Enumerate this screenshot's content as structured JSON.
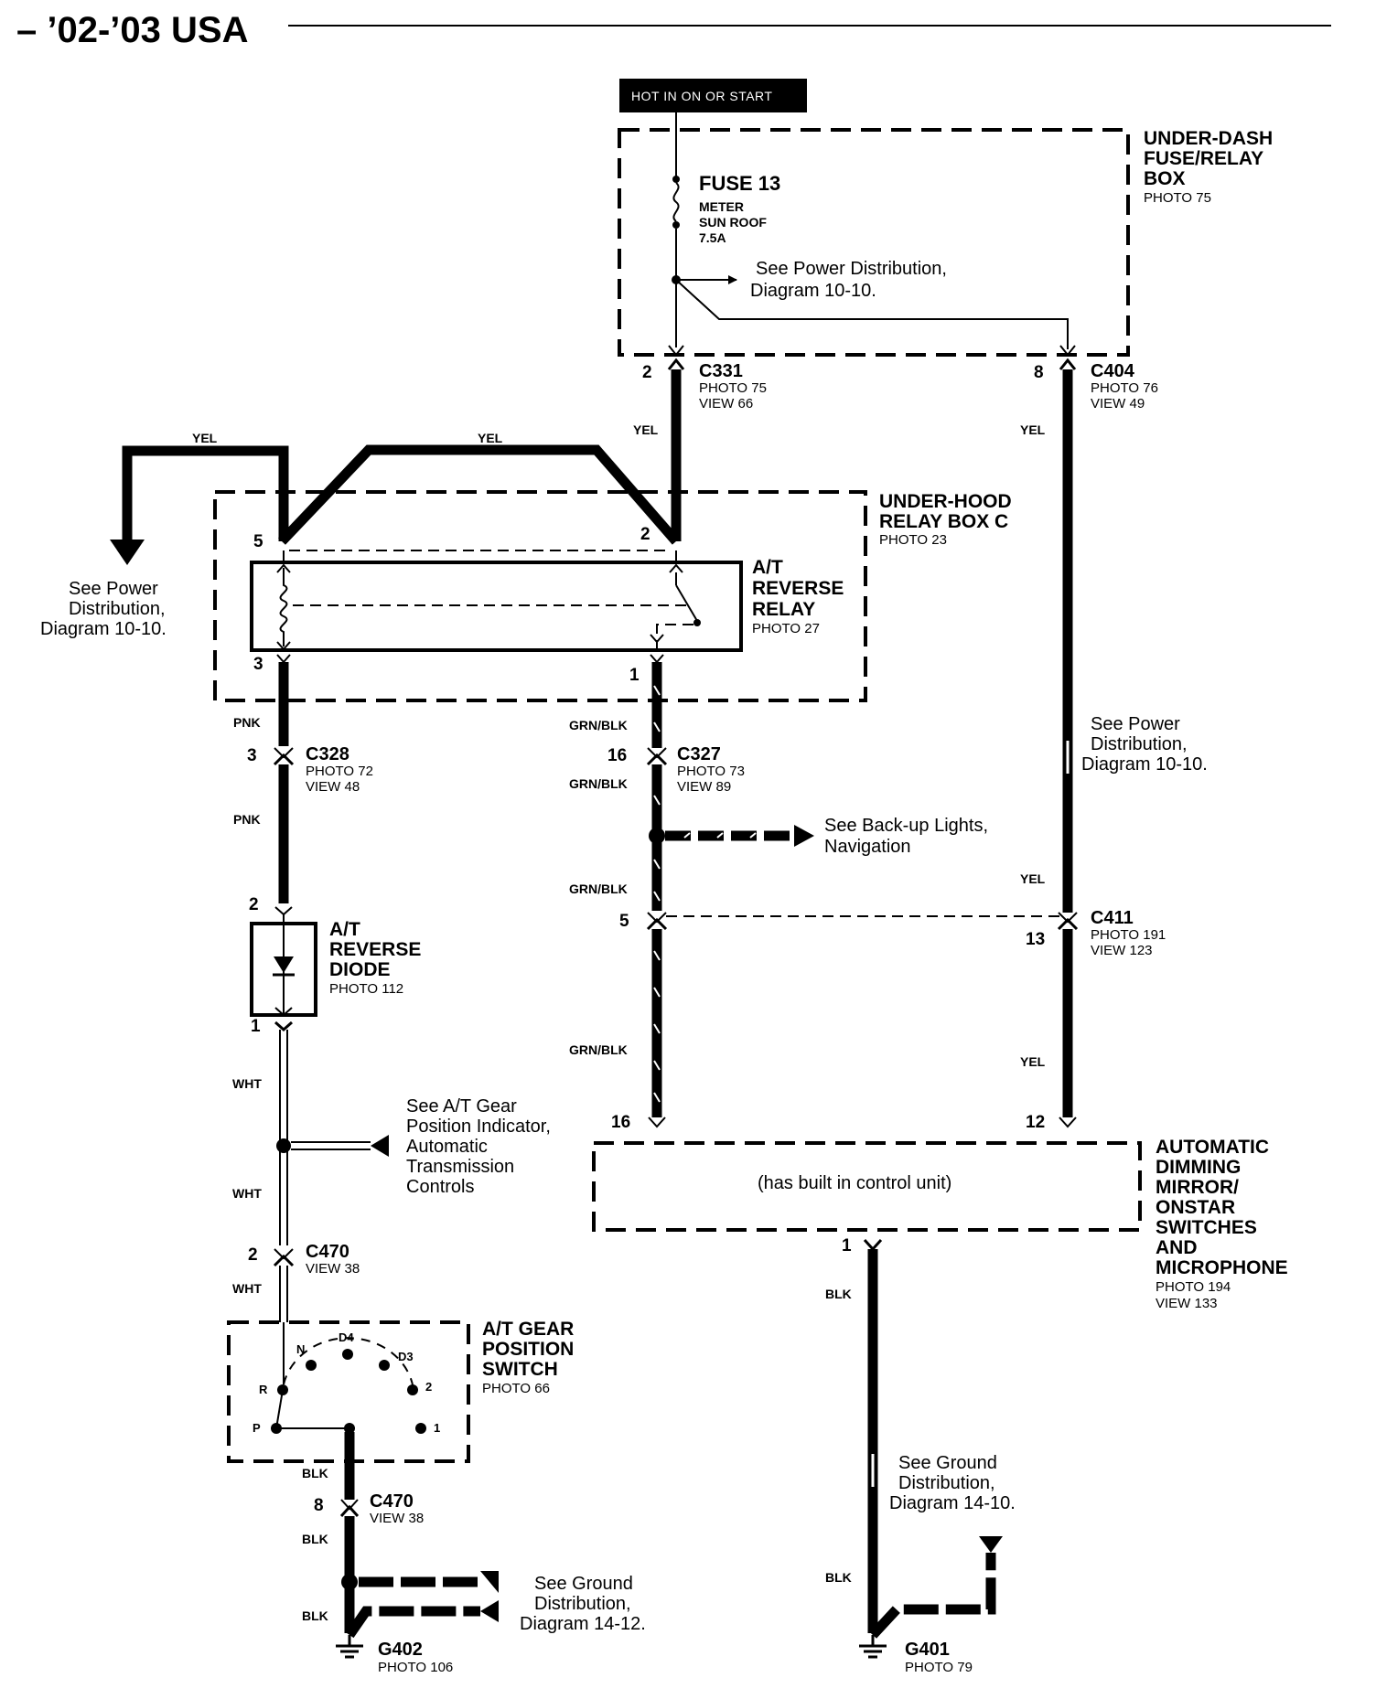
{
  "header": {
    "title": "– ’02-’03 USA"
  },
  "power_source": {
    "label": "HOT IN ON OR START"
  },
  "underdash_box": {
    "name_lines": [
      "UNDER-DASH",
      "FUSE/RELAY",
      "BOX"
    ],
    "photo": "PHOTO 75",
    "fuse_title": "FUSE 13",
    "fuse_lines": [
      "METER",
      "SUN ROOF",
      "7.5A"
    ],
    "power_note": [
      "See Power Distribution,",
      "Diagram 10-10."
    ]
  },
  "connectors": {
    "c331": {
      "name": "C331",
      "photo": "PHOTO 75",
      "view": "VIEW 66",
      "pin": "2"
    },
    "c404": {
      "name": "C404",
      "photo": "PHOTO 76",
      "view": "VIEW 49",
      "pin": "8"
    },
    "c328": {
      "name": "C328",
      "photo": "PHOTO 72",
      "view": "VIEW 48",
      "pin": "3"
    },
    "c327": {
      "name": "C327",
      "photo": "PHOTO 73",
      "view": "VIEW 89",
      "pin": "16"
    },
    "c411": {
      "name": "C411",
      "photo": "PHOTO 191",
      "view": "VIEW 123",
      "pin_left": "5",
      "pin_right": "13"
    },
    "c470a": {
      "name": "C470",
      "view": "VIEW 38",
      "pin": "2"
    },
    "c470b": {
      "name": "C470",
      "view": "VIEW 38",
      "pin": "8"
    }
  },
  "relay_box_c": {
    "name_lines": [
      "UNDER-HOOD",
      "RELAY BOX C"
    ],
    "photo": "PHOTO 23",
    "pin5": "5",
    "pin2": "2",
    "pin3": "3",
    "pin1": "1"
  },
  "relay": {
    "name_lines": [
      "A/T",
      "REVERSE",
      "RELAY"
    ],
    "photo": "PHOTO 27"
  },
  "diode": {
    "name_lines": [
      "A/T",
      "REVERSE",
      "DIODE"
    ],
    "photo": "PHOTO 112",
    "pin_top": "2",
    "pin_bottom": "1"
  },
  "gear_switch": {
    "name_lines": [
      "A/T GEAR",
      "POSITION",
      "SWITCH"
    ],
    "photo": "PHOTO 66",
    "positions": [
      "P",
      "R",
      "N",
      "D4",
      "D3",
      "2",
      "1"
    ]
  },
  "mirror": {
    "name_lines": [
      "AUTOMATIC",
      "DIMMING",
      "MIRROR/",
      "ONSTAR",
      "SWITCHES",
      "AND",
      "MICROPHONE"
    ],
    "photo": "PHOTO 194",
    "view": "VIEW 133",
    "inner": "(has built in control unit)",
    "pin_left": "16",
    "pin_right": "12",
    "pin_bottom": "1"
  },
  "grounds": {
    "g402": {
      "name": "G402",
      "photo": "PHOTO 106"
    },
    "g401": {
      "name": "G401",
      "photo": "PHOTO 79"
    }
  },
  "wires": {
    "yel": "YEL",
    "pnk": "PNK",
    "grnblk": "GRN/BLK",
    "wht": "WHT",
    "blk": "BLK"
  },
  "notes": {
    "power_left": [
      "See Power",
      "Distribution,",
      "Diagram 10-10."
    ],
    "power_right": [
      "See Power",
      "Distribution,",
      "Diagram 10-10."
    ],
    "backup": [
      "See Back-up Lights,",
      "Navigation"
    ],
    "gear_indicator": [
      "See A/T Gear",
      "Position Indicator,",
      "Automatic",
      "Transmission",
      "Controls"
    ],
    "ground_left": [
      "See Ground",
      "Distribution,",
      "Diagram 14-12."
    ],
    "ground_right": [
      "See Ground",
      "Distribution,",
      "Diagram 14-10."
    ]
  }
}
